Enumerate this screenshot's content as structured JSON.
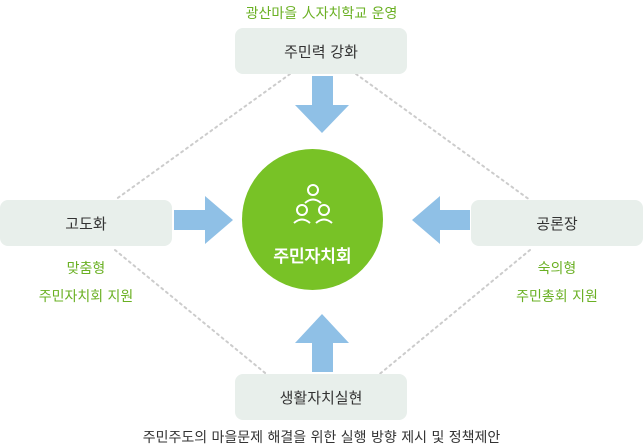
{
  "top": {
    "subtitle": "광산마을 人자치학교 운영",
    "box_label": "주민력 강화"
  },
  "left": {
    "box_label": "고도화",
    "line1": "맞춤형",
    "line2": "주민자치회 지원"
  },
  "right": {
    "box_label": "공론장",
    "line1": "숙의형",
    "line2": "주민총회 지원"
  },
  "bottom": {
    "box_label": "생활자치실현",
    "caption": "주민주도의 마을문제 해결을 위한 실행 방향 제시 및 정책제안"
  },
  "center": {
    "label": "주민자치회",
    "icon": "people-group-icon"
  },
  "colors": {
    "green": "#78c226",
    "green_text": "#6ab023",
    "box_bg": "#e8efeb",
    "arrow": "#8fc0e6",
    "dotted_line": "#cccccc"
  }
}
